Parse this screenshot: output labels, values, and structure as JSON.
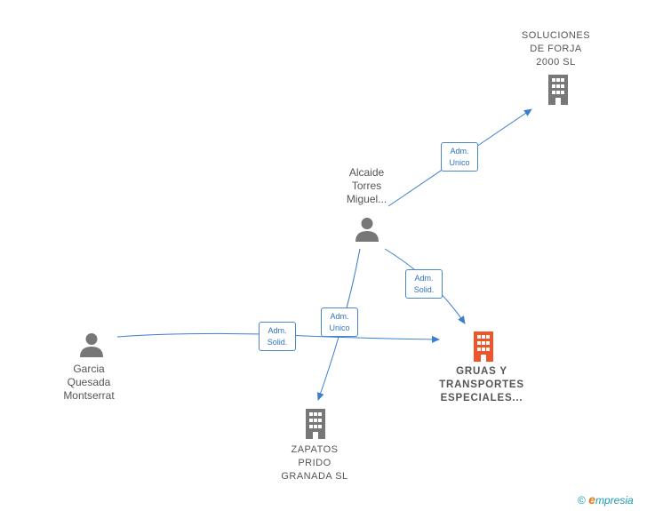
{
  "nodes": {
    "soluciones": {
      "lines": [
        "SOLUCIONES",
        "DE FORJA",
        "2000  SL"
      ],
      "type": "company",
      "color": "#777777"
    },
    "alcaide": {
      "lines": [
        "Alcaide",
        "Torres",
        "Miguel..."
      ],
      "type": "person",
      "color": "#777777"
    },
    "garcia": {
      "lines": [
        "Garcia",
        "Quesada",
        "Montserrat"
      ],
      "type": "person",
      "color": "#777777"
    },
    "gruas": {
      "lines": [
        "GRUAS Y",
        "TRANSPORTES",
        "ESPECIALES..."
      ],
      "type": "company",
      "color": "#f0552a"
    },
    "zapatos": {
      "lines": [
        "ZAPATOS",
        "PRIDO",
        "GRANADA SL"
      ],
      "type": "company",
      "color": "#777777"
    }
  },
  "edges": [
    {
      "from": "alcaide",
      "to": "soluciones",
      "label": [
        "Adm.",
        "Unico"
      ]
    },
    {
      "from": "alcaide",
      "to": "gruas",
      "label": [
        "Adm.",
        "Solid."
      ]
    },
    {
      "from": "alcaide",
      "to": "zapatos",
      "label": [
        "Adm.",
        "Unico"
      ]
    },
    {
      "from": "garcia",
      "to": "gruas",
      "label": [
        "Adm.",
        "Solid."
      ]
    }
  ],
  "colors": {
    "edge": "#3b7fcc",
    "edge_label_border": "#4a86c8",
    "edge_label_text": "#2f73c0"
  },
  "brand": {
    "copyright": "©",
    "e": "e",
    "rest": "mpresia"
  }
}
